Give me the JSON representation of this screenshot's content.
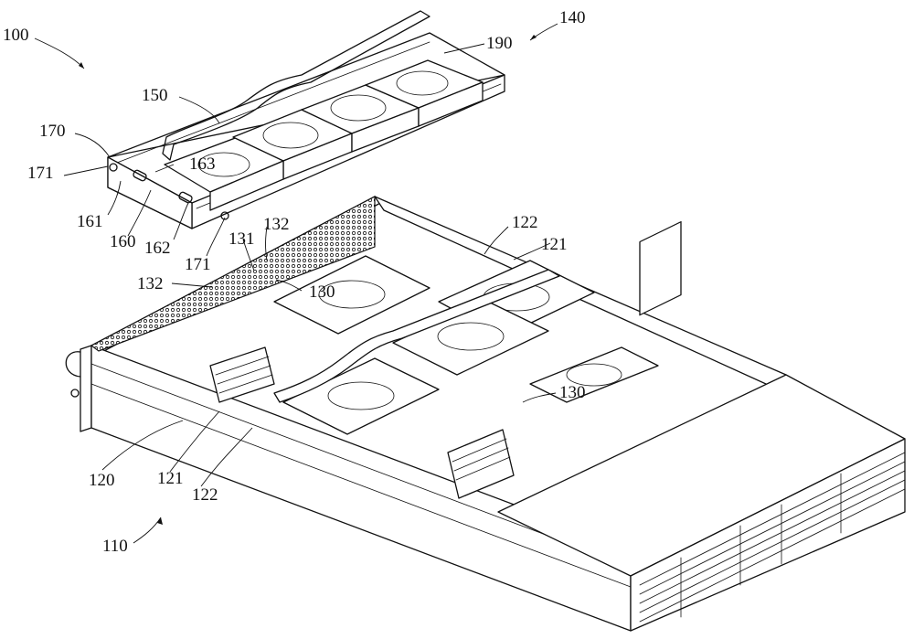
{
  "figure": {
    "labels": {
      "l100": "100",
      "l140": "140",
      "l190": "190",
      "l150": "150",
      "l170": "170",
      "l163": "163",
      "l171a": "171",
      "l161": "161",
      "l160": "160",
      "l162": "162",
      "l171b": "171",
      "l132a": "132",
      "l131": "131",
      "l132b": "132",
      "l130a": "130",
      "l122a": "122",
      "l121a": "121",
      "l130b": "130",
      "l120": "120",
      "l121b": "121",
      "l122b": "122",
      "l110": "110"
    }
  }
}
